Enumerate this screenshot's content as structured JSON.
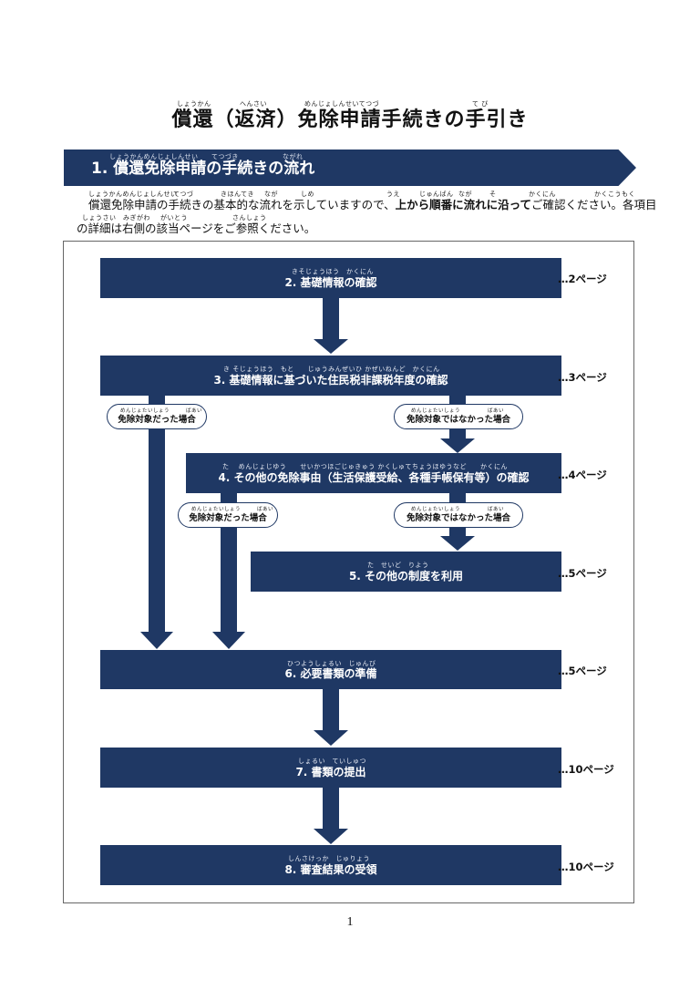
{
  "header": {
    "title": "償還（返済）免除申請手続きの手引き",
    "title_ruby": [
      "しょうかん",
      "へんさい",
      "めんじょしんせいてつづ",
      "て び"
    ]
  },
  "section": {
    "heading": "1. 償還免除申請の手続きの流れ",
    "heading_ruby": [
      "しょうかんめんじょしんせい",
      "てつづき",
      "ながれ"
    ]
  },
  "intro": {
    "line1_a": "償還免除申請の手続きの基本的な流れを示していますので、",
    "line1_b": "上から順番に流れに沿って",
    "line1_c": "ご確認ください。各項目",
    "line2": "の詳細は右側の該当ページをご参照ください。",
    "ruby1": [
      "しょうかんめんじょしんせい",
      "てつづ",
      "きほんてき",
      "なが",
      "しめ",
      "うえ",
      "じゅんばん",
      "なが",
      "そ",
      "かくにん",
      "かくこうもく"
    ],
    "ruby2": [
      "しょうさい",
      "みぎがわ",
      "がいとう",
      "さんしょう"
    ]
  },
  "steps": [
    {
      "label": "2. 基礎情報の確認",
      "ruby": "きそじょうほう　かくにん",
      "page": "…2ページ"
    },
    {
      "label": "3. 基礎情報に基づいた住民税非課税年度の確認",
      "ruby": "き そじょうほう　もと　　じゅうみんぜいひ かぜいねんど　かくにん",
      "page": "…3ページ"
    },
    {
      "label": "4. その他の免除事由（生活保護受給、各種手帳保有等）の確認",
      "ruby": "た　 めんじょじゆう　　せいかつほごじゅきゅう かくしゅてちょうほゆうなど　　かくにん",
      "page": "…4ページ"
    },
    {
      "label": "5. その他の制度を利用",
      "ruby": "た　せいど　りよう",
      "page": "…5ページ"
    },
    {
      "label": "6. 必要書類の準備",
      "ruby": "ひつようしょるい　じゅんび",
      "page": "…5ページ"
    },
    {
      "label": "7. 書類の提出",
      "ruby": "しょるい　ていしゅつ",
      "page": "…10ページ"
    },
    {
      "label": "8. 審査結果の受領",
      "ruby": "しんさけっか　じゅりょう",
      "page": "…10ページ"
    }
  ],
  "branches": {
    "exempt": "免除対象だった場合",
    "not_exempt": "免除対象ではなかった場合",
    "exempt_ruby": "めんじょたいしょう　　　ばあい",
    "not_exempt_ruby": "めんじょたいしょう　　　　　ばあい"
  },
  "footer": {
    "page_number": "1"
  },
  "colors": {
    "navy": "#1f3864",
    "white": "#ffffff"
  }
}
